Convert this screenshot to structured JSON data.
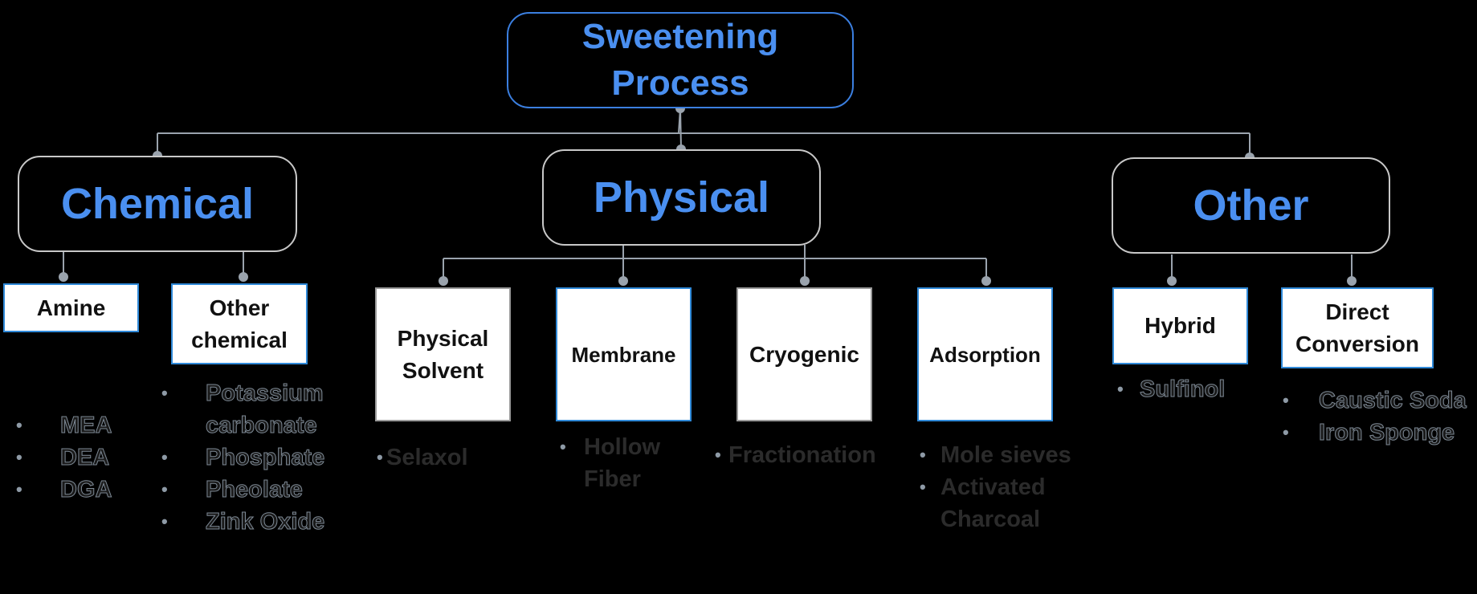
{
  "root": {
    "label": "Sweetening\nProcess"
  },
  "categories": {
    "chemical": "Chemical",
    "physical": "Physical",
    "other": "Other"
  },
  "methods": {
    "amine": "Amine",
    "other_chemical": "Other\nchemical",
    "physical_solvent": "Physical\nSolvent",
    "membrane": "Membrane",
    "cryogenic": "Cryogenic",
    "adsorption": "Adsorption",
    "hybrid": "Hybrid",
    "direct_conversion": "Direct\nConversion"
  },
  "examples": {
    "amine": [
      "MEA",
      "DEA",
      "DGA"
    ],
    "other_chemical": [
      "Potassium",
      "carbonate",
      "Phosphate",
      "Pheolate",
      "Zink Oxide"
    ],
    "physical_solvent": [
      "Selaxol"
    ],
    "membrane": [
      "Hollow",
      "Fiber"
    ],
    "cryogenic": [
      "Fractionation"
    ],
    "adsorption": [
      "Mole sieves",
      "Activated",
      "Charcoal"
    ],
    "hybrid": [
      "Sulfinol"
    ],
    "direct_conversion": [
      "Caustic Soda",
      "Iron Sponge"
    ]
  },
  "colors": {
    "background": "#000000",
    "title_blue": "#4a8ff0",
    "box_border_blue": "#2f89d8",
    "connector_grey": "#9aa3ad"
  }
}
